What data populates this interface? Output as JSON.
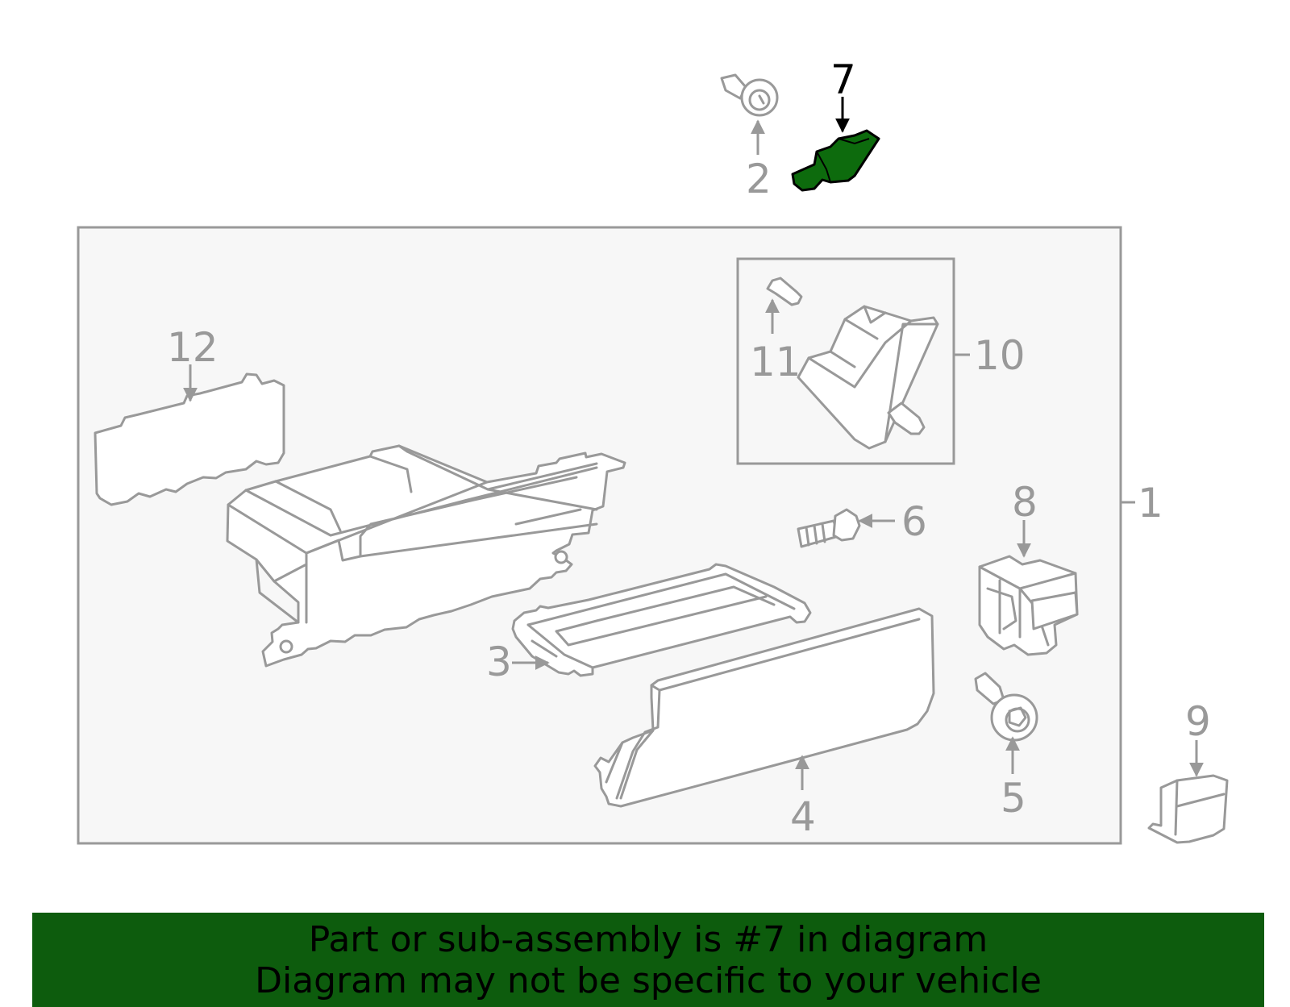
{
  "diagram": {
    "highlight_color": "#0d6b0d",
    "line_color": "#999999",
    "assembly_box_fill": "#f7f7f7",
    "callouts": {
      "c1": "1",
      "c2": "2",
      "c3": "3",
      "c4": "4",
      "c5": "5",
      "c6": "6",
      "c7": "7",
      "c8": "8",
      "c9": "9",
      "c10": "10",
      "c11": "11",
      "c12": "12"
    },
    "highlighted_part": "7"
  },
  "banner": {
    "line1": "Part or sub-assembly is #7 in diagram",
    "line2": "Diagram may not be specific to your vehicle",
    "background": "#0d5c0d"
  }
}
